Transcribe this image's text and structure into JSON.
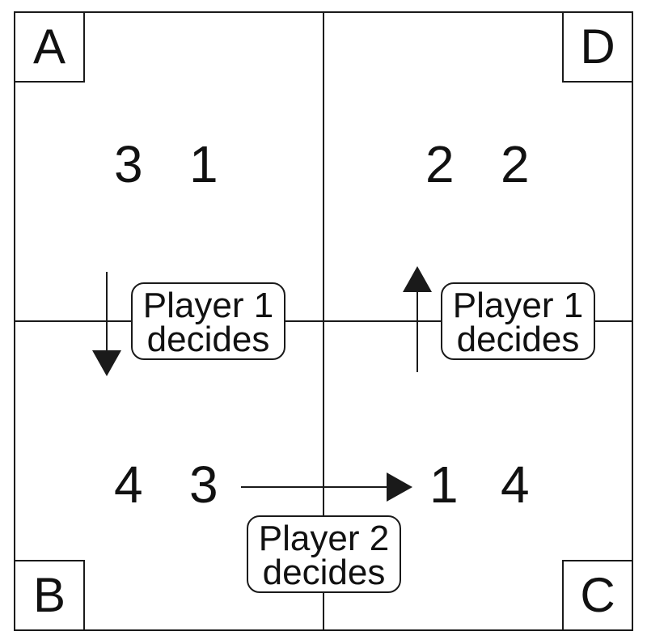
{
  "cells": {
    "A": {
      "label": "A",
      "payoffs": [
        "3",
        "1"
      ]
    },
    "B": {
      "label": "B",
      "payoffs": [
        "4",
        "3"
      ]
    },
    "C": {
      "label": "C",
      "payoffs": [
        "1",
        "4"
      ]
    },
    "D": {
      "label": "D",
      "payoffs": [
        "2",
        "2"
      ]
    }
  },
  "labels": {
    "left": {
      "line1": "Player 1",
      "line2": "decides"
    },
    "right": {
      "line1": "Player 1",
      "line2": "decides"
    },
    "bottom": {
      "line1": "Player 2",
      "line2": "decides"
    }
  }
}
